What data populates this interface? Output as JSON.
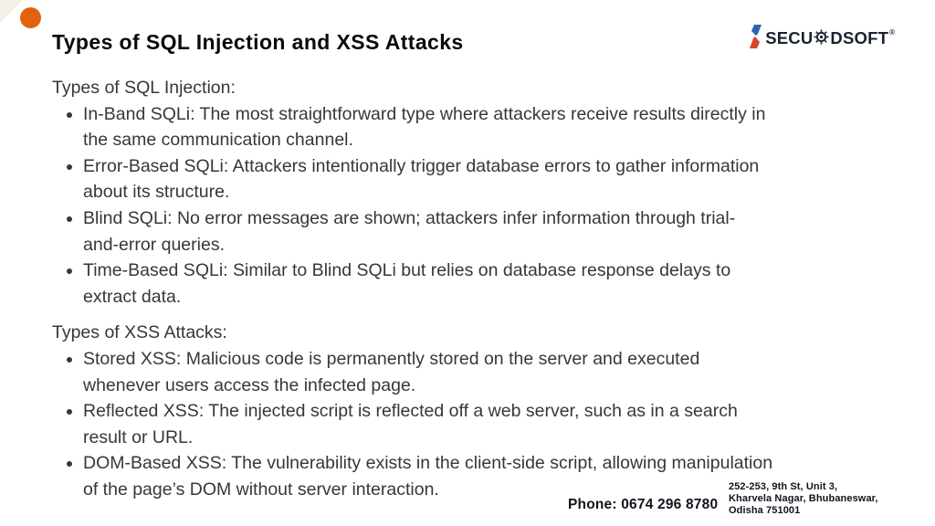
{
  "decor": {
    "corner_accent_color": "#f5f0e7",
    "dot_color": "#e2620e"
  },
  "title": "Types of SQL Injection and XSS Attacks",
  "logo": {
    "prefix": "SECU",
    "suffix": "DSOFT",
    "registered_mark": "®",
    "text_color": "#1b2230",
    "icon_blue": "#2f63b0",
    "icon_red": "#d8432c"
  },
  "sections": [
    {
      "heading": "Types of SQL Injection:",
      "bullets": [
        {
          "lines": [
            "In-Band SQLi: The most straightforward type where attackers receive results directly in",
            "the same communication channel."
          ]
        },
        {
          "lines": [
            "Error-Based SQLi: Attackers intentionally trigger database errors to gather information",
            "about its structure."
          ]
        },
        {
          "lines": [
            "Blind SQLi: No error messages are shown; attackers infer information through trial-",
            "and-error queries."
          ]
        },
        {
          "lines": [
            "Time-Based SQLi: Similar to Blind SQLi but relies on database response delays to",
            "extract data."
          ]
        }
      ]
    },
    {
      "heading": "Types of XSS Attacks:",
      "bullets": [
        {
          "lines": [
            "Stored XSS: Malicious code is permanently stored on the server and executed",
            "whenever users access the infected page."
          ]
        },
        {
          "lines": [
            "Reflected XSS: The injected script is reflected off a web server, such as in a search",
            "result or URL."
          ]
        },
        {
          "lines": [
            "DOM-Based XSS: The vulnerability exists in the client-side script, allowing manipulation",
            "of the page’s DOM without server interaction."
          ]
        }
      ]
    }
  ],
  "footer": {
    "phone": "Phone: 0674 296 8780",
    "address_lines": [
      "252-253, 9th St, Unit 3,",
      "Kharvela Nagar, Bhubaneswar,",
      "Odisha 751001"
    ]
  }
}
